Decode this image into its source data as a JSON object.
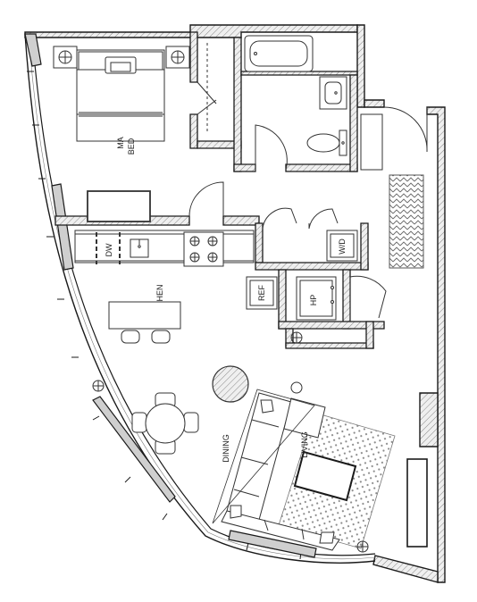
{
  "floorplan": {
    "room_labels": {
      "master_bedroom_line1": "MA",
      "master_bedroom_line2": "BED",
      "kitchen": "HEN",
      "dining": "DINING",
      "living": "LIVING"
    },
    "appliance_labels": {
      "dishwasher": "DW",
      "washer_dryer": "W/D",
      "refrigerator": "REF",
      "water_heater": "HP"
    },
    "colors": {
      "wall_fill": "#e6e6e6",
      "wall_stroke": "#1a1a1a",
      "line": "#333333",
      "rug_pattern": "#9a9a9a"
    }
  }
}
